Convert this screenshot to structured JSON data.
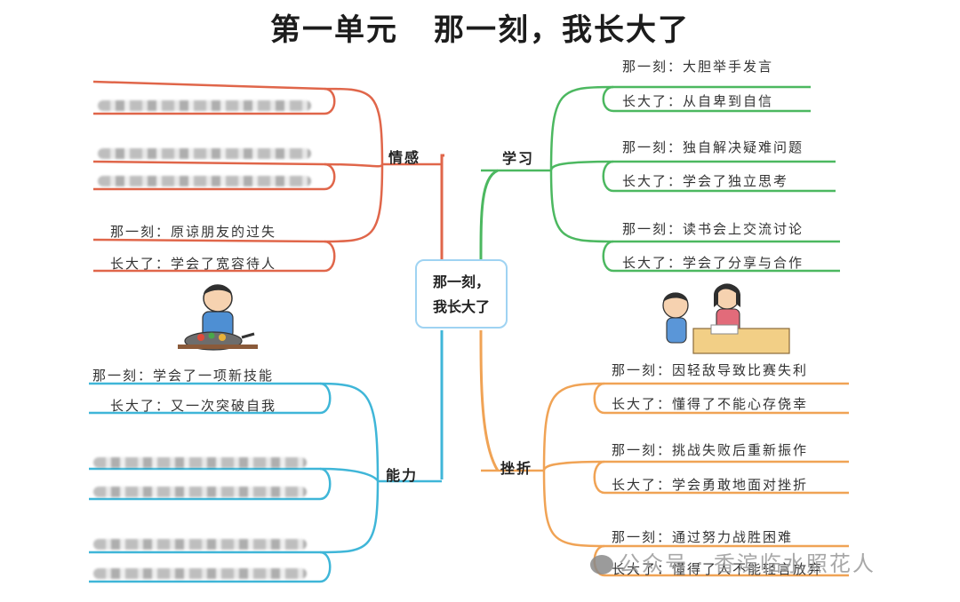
{
  "title_left": "第一单元",
  "title_right": "那一刻，我长大了",
  "center": {
    "line1": "那一刻，",
    "line2": "我长大了"
  },
  "branches": {
    "emotion": {
      "label": "情感",
      "color": "#e0664a",
      "items": [
        {
          "moment": "",
          "grown": ""
        },
        {
          "moment": "",
          "grown": ""
        },
        {
          "moment": "那一刻：原谅朋友的过失",
          "grown": "长大了：学会了宽容待人"
        }
      ]
    },
    "ability": {
      "label": "能力",
      "color": "#3fb6d8",
      "items": [
        {
          "moment": "那一刻：学会了一项新技能",
          "grown": "长大了：又一次突破自我"
        },
        {
          "moment": "",
          "grown": ""
        },
        {
          "moment": "",
          "grown": ""
        }
      ]
    },
    "study": {
      "label": "学习",
      "color": "#4cb860",
      "items": [
        {
          "moment": "那一刻：大胆举手发言",
          "grown": "长大了：从自卑到自信"
        },
        {
          "moment": "那一刻：独自解决疑难问题",
          "grown": "长大了：学会了独立思考"
        },
        {
          "moment": "那一刻：读书会上交流讨论",
          "grown": "长大了：学会了分享与合作"
        }
      ]
    },
    "setback": {
      "label": "挫折",
      "color": "#f0a355",
      "items": [
        {
          "moment": "那一刻：因轻敌导致比赛失利",
          "grown": "长大了：懂得了不能心存侥幸"
        },
        {
          "moment": "那一刻：挑战失败后重新振作",
          "grown": "长大了：学会勇敢地面对挫折"
        },
        {
          "moment": "那一刻：通过努力战胜困难",
          "grown": "长大了：懂得了人不能轻言放弃"
        }
      ]
    }
  },
  "watermark": "公众号 · 香滨临水照花人",
  "illustrations": {
    "cooking_boy": "cooking-boy-illustration",
    "studying_kids": "studying-kids-illustration"
  }
}
